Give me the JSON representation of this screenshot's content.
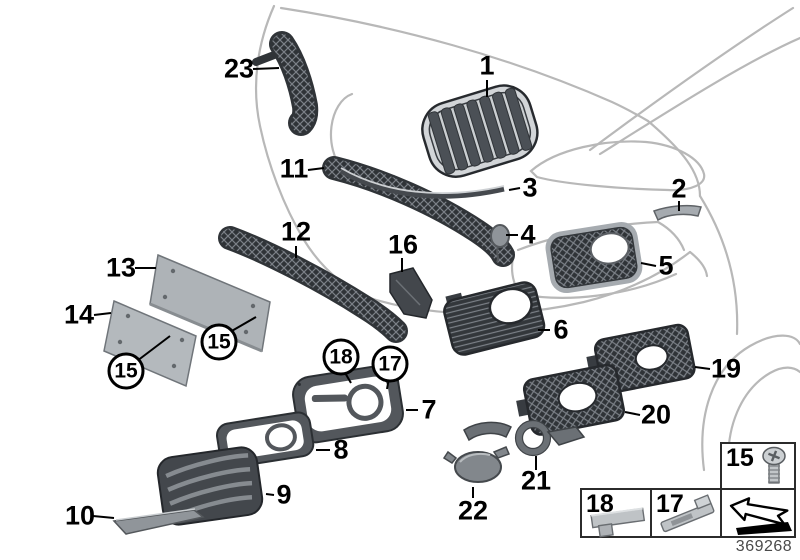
{
  "diagram": {
    "doc_number": "369268",
    "callouts": {
      "1": "1",
      "2": "2",
      "3": "3",
      "4": "4",
      "5": "5",
      "6": "6",
      "7": "7",
      "8": "8",
      "9": "9",
      "10": "10",
      "11": "11",
      "12": "12",
      "13": "13",
      "14": "14",
      "16": "16",
      "19": "19",
      "20": "20",
      "21": "21",
      "22": "22",
      "23": "23",
      "15a": "15",
      "15b": "15",
      "17c": "17",
      "18c": "18"
    },
    "legend": {
      "screw_label": "15",
      "clip_label": "18",
      "rail_label": "17"
    },
    "icons": {
      "screw": "screw-icon",
      "clip": "clip-icon",
      "rail": "rail-bracket-icon",
      "direction_arrow": "direction-arrow-icon"
    },
    "colors": {
      "car_outline": "#b8b8b8",
      "part_dark": "#34383d",
      "part_mid": "#53575c",
      "part_light": "#aeb3b7",
      "chrome": "#d2d5d8",
      "mesh_line": "#7b8087",
      "label": "#000000",
      "doc_number_text": "#4a4a4a"
    }
  }
}
